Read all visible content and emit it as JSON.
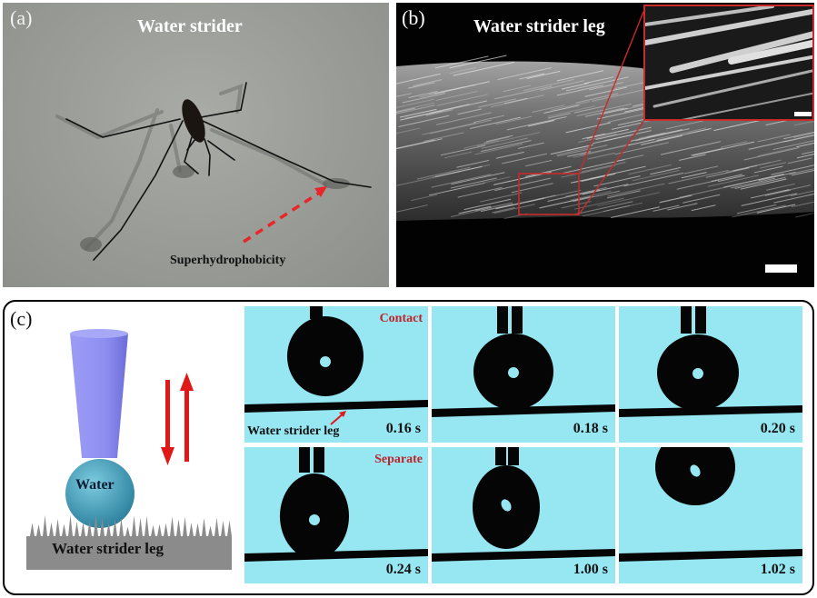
{
  "figure": {
    "panels": [
      {
        "id": "a",
        "letter": "(a)",
        "title": "Water strider",
        "annotation": "Superhydrophobicity",
        "arrow_color": "#e8262a"
      },
      {
        "id": "b",
        "letter": "(b)",
        "title": "Water strider leg",
        "inset_border_color": "#c92a2a"
      },
      {
        "id": "c",
        "letter": "(c)",
        "schematic": {
          "droplet_label": "Water",
          "substrate_label": "Water strider leg",
          "tip_color": "#8f8ff2",
          "droplet_color": "#3d9bb5",
          "substrate_color": "#8b8b8b",
          "arrow_color": "#e01818"
        },
        "frames": [
          {
            "time": "0.16 s",
            "phase": "Contact",
            "annotation": "Water strider leg"
          },
          {
            "time": "0.18 s",
            "phase": "",
            "annotation": ""
          },
          {
            "time": "0.20 s",
            "phase": "",
            "annotation": ""
          },
          {
            "time": "0.24 s",
            "phase": "Separate",
            "annotation": ""
          },
          {
            "time": "1.00 s",
            "phase": "",
            "annotation": ""
          },
          {
            "time": "1.02 s",
            "phase": "",
            "annotation": ""
          }
        ],
        "frame_background": "#97e7f3",
        "phase_color": "#c0222a"
      }
    ]
  }
}
